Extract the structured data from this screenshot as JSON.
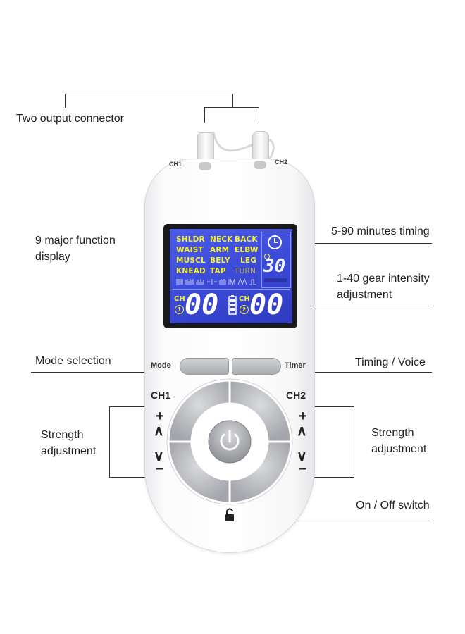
{
  "callouts": {
    "output_connector": "Two output connector",
    "function_display_line1": "9 major function",
    "function_display_line2": "display",
    "timing": "5-90 minutes timing",
    "intensity_line1": "1-40 gear intensity",
    "intensity_line2": "adjustment",
    "mode_selection": "Mode selection",
    "timing_voice": "Timing / Voice",
    "strength_left_line1": "Strength",
    "strength_left_line2": "adjustment",
    "strength_right_line1": "Strength",
    "strength_right_line2": "adjustment",
    "on_off": "On / Off switch"
  },
  "device": {
    "port_ch1": "CH1",
    "port_ch2": "CH2",
    "mode_label": "Mode",
    "timer_label": "Timer",
    "ch1_label": "CH1",
    "ch2_label": "CH2",
    "plus": "+",
    "minus": "−",
    "up": "∧",
    "down": "∨"
  },
  "screen": {
    "functions": [
      [
        "SHLDR",
        "NECK",
        "BACK"
      ],
      [
        "WAIST",
        "ARM",
        "ELBW"
      ],
      [
        "MUSCL",
        "BELY",
        "LEG"
      ],
      [
        "KNEAD",
        "TAP",
        "TURN"
      ]
    ],
    "timer_value": "30",
    "ch1_tag": "CH",
    "ch2_tag": "CH",
    "ch1_num": "1",
    "ch2_num": "2",
    "ch1_value": "00",
    "ch2_value": "00"
  },
  "colors": {
    "lcd_background": "#3a48d6",
    "lcd_text": "#f4ef2a",
    "device_body": "#ffffff",
    "button_gray": "#b9bbbf"
  }
}
